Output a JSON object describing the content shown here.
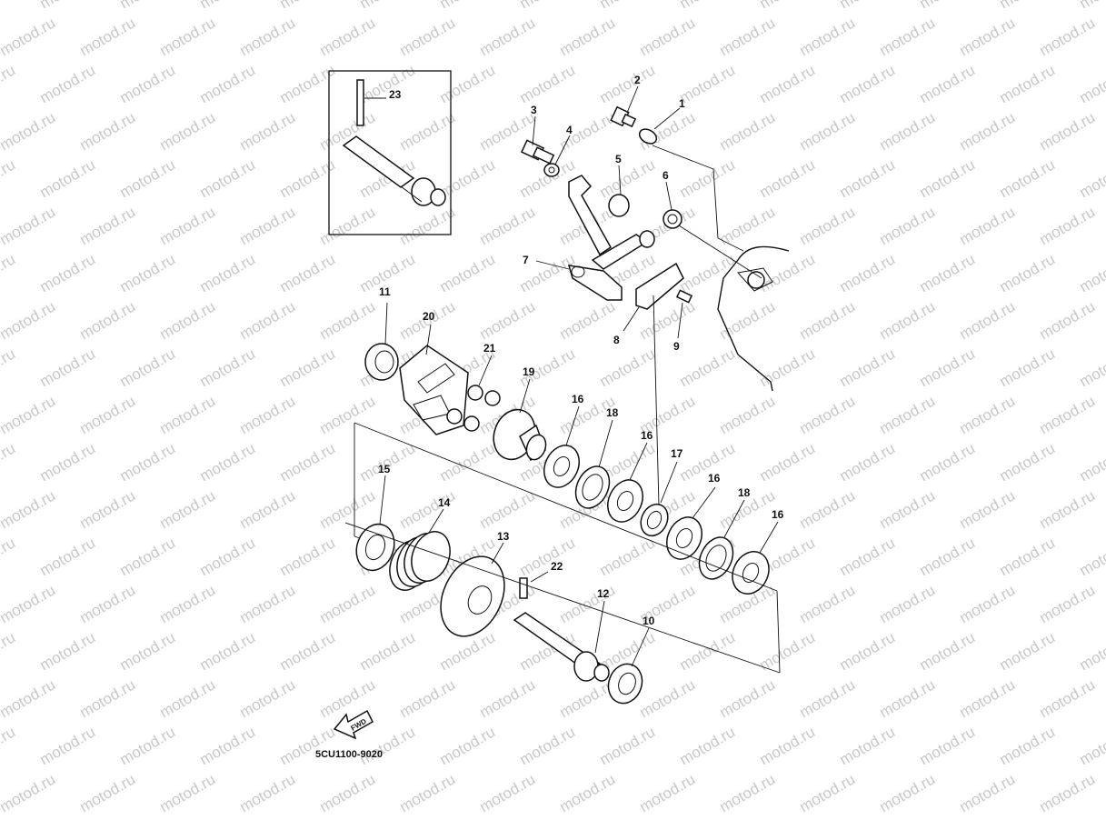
{
  "watermark": {
    "text": "motod.ru"
  },
  "labels": {
    "p1": "1",
    "p2": "2",
    "p3": "3",
    "p4": "4",
    "p5": "5",
    "p6": "6",
    "p7": "7",
    "p8": "8",
    "p9": "9",
    "p10": "10",
    "p11": "11",
    "p12": "12",
    "p13": "13",
    "p14": "14",
    "p15": "15",
    "p16a": "16",
    "p16b": "16",
    "p16c": "16",
    "p16d": "16",
    "p17": "17",
    "p18a": "18",
    "p18b": "18",
    "p19": "19",
    "p20": "20",
    "p21": "21",
    "p22": "22",
    "p23": "23"
  },
  "fwd_label": "FWD",
  "diagram_code": "5CU1100-9020"
}
